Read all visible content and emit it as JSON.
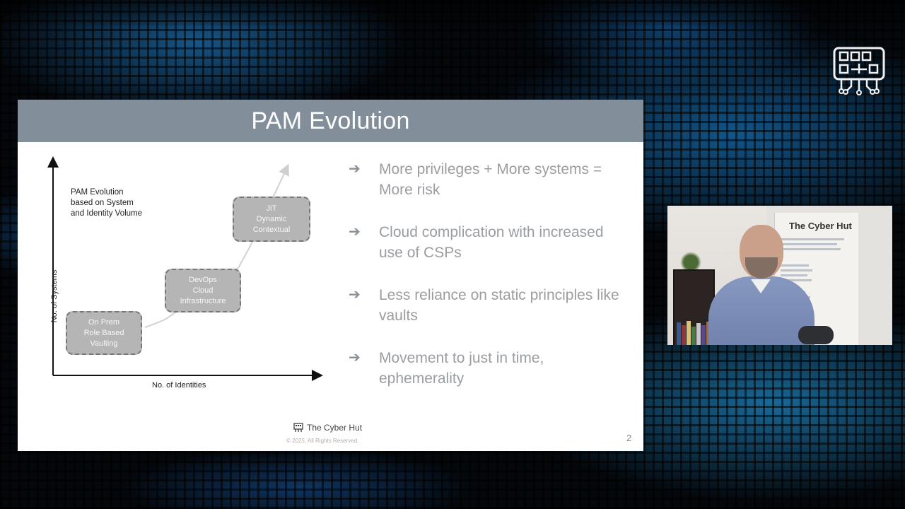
{
  "slide": {
    "title": "PAM Evolution",
    "diagram": {
      "caption": "PAM Evolution\nbased on System\nand Identity Volume",
      "y_axis_label": "No. of Systems",
      "x_axis_label": "No. of Identities",
      "stages": [
        {
          "label": "On Prem\nRole Based\nVaulting"
        },
        {
          "label": "DevOps\nCloud\nInfrastructure"
        },
        {
          "label": "JiT\nDynamic\nContextual"
        }
      ]
    },
    "bullets": [
      {
        "arrow": "➔",
        "text": "More privileges + More systems = More risk"
      },
      {
        "arrow": "➔",
        "text": "Cloud complication with increased use of CSPs"
      },
      {
        "arrow": "➔",
        "text": "Less reliance on static principles like vaults"
      },
      {
        "arrow": "➔",
        "text": "Movement to just in time, ephemerality"
      }
    ],
    "footer": {
      "brand": "The Cyber Hut",
      "copyright": "© 2025. All Rights Reserved.",
      "page_number": "2"
    }
  },
  "webcam": {
    "poster_title": "The Cyber Hut"
  },
  "icons": {
    "brand_logo": "circuit-board-logo-icon",
    "footer_logo": "cyber-hut-logo-icon",
    "bullet": "arrow-right-icon"
  },
  "colors": {
    "slide_header": "#828f9b",
    "bullet_text": "#9a9da1",
    "stage_fill": "#b5b5b5",
    "background_accent": "#2a9ef0"
  }
}
